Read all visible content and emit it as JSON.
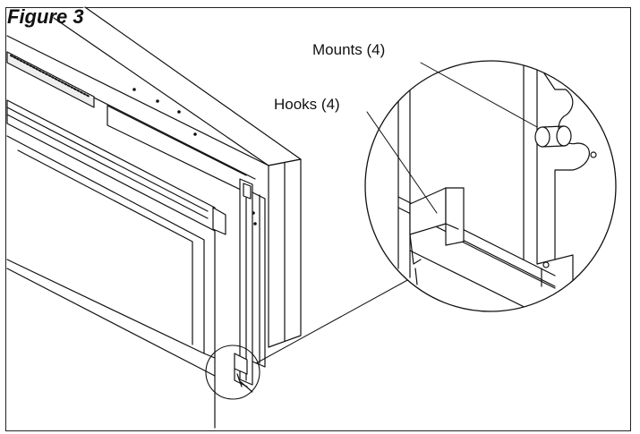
{
  "figure": {
    "title": "Figure 3"
  },
  "callouts": {
    "mounts": "Mounts (4)",
    "hooks": "Hooks (4)"
  },
  "colors": {
    "line": "#111111",
    "fill_light": "#ffffff",
    "fill_grey": "#d9d9d9"
  }
}
